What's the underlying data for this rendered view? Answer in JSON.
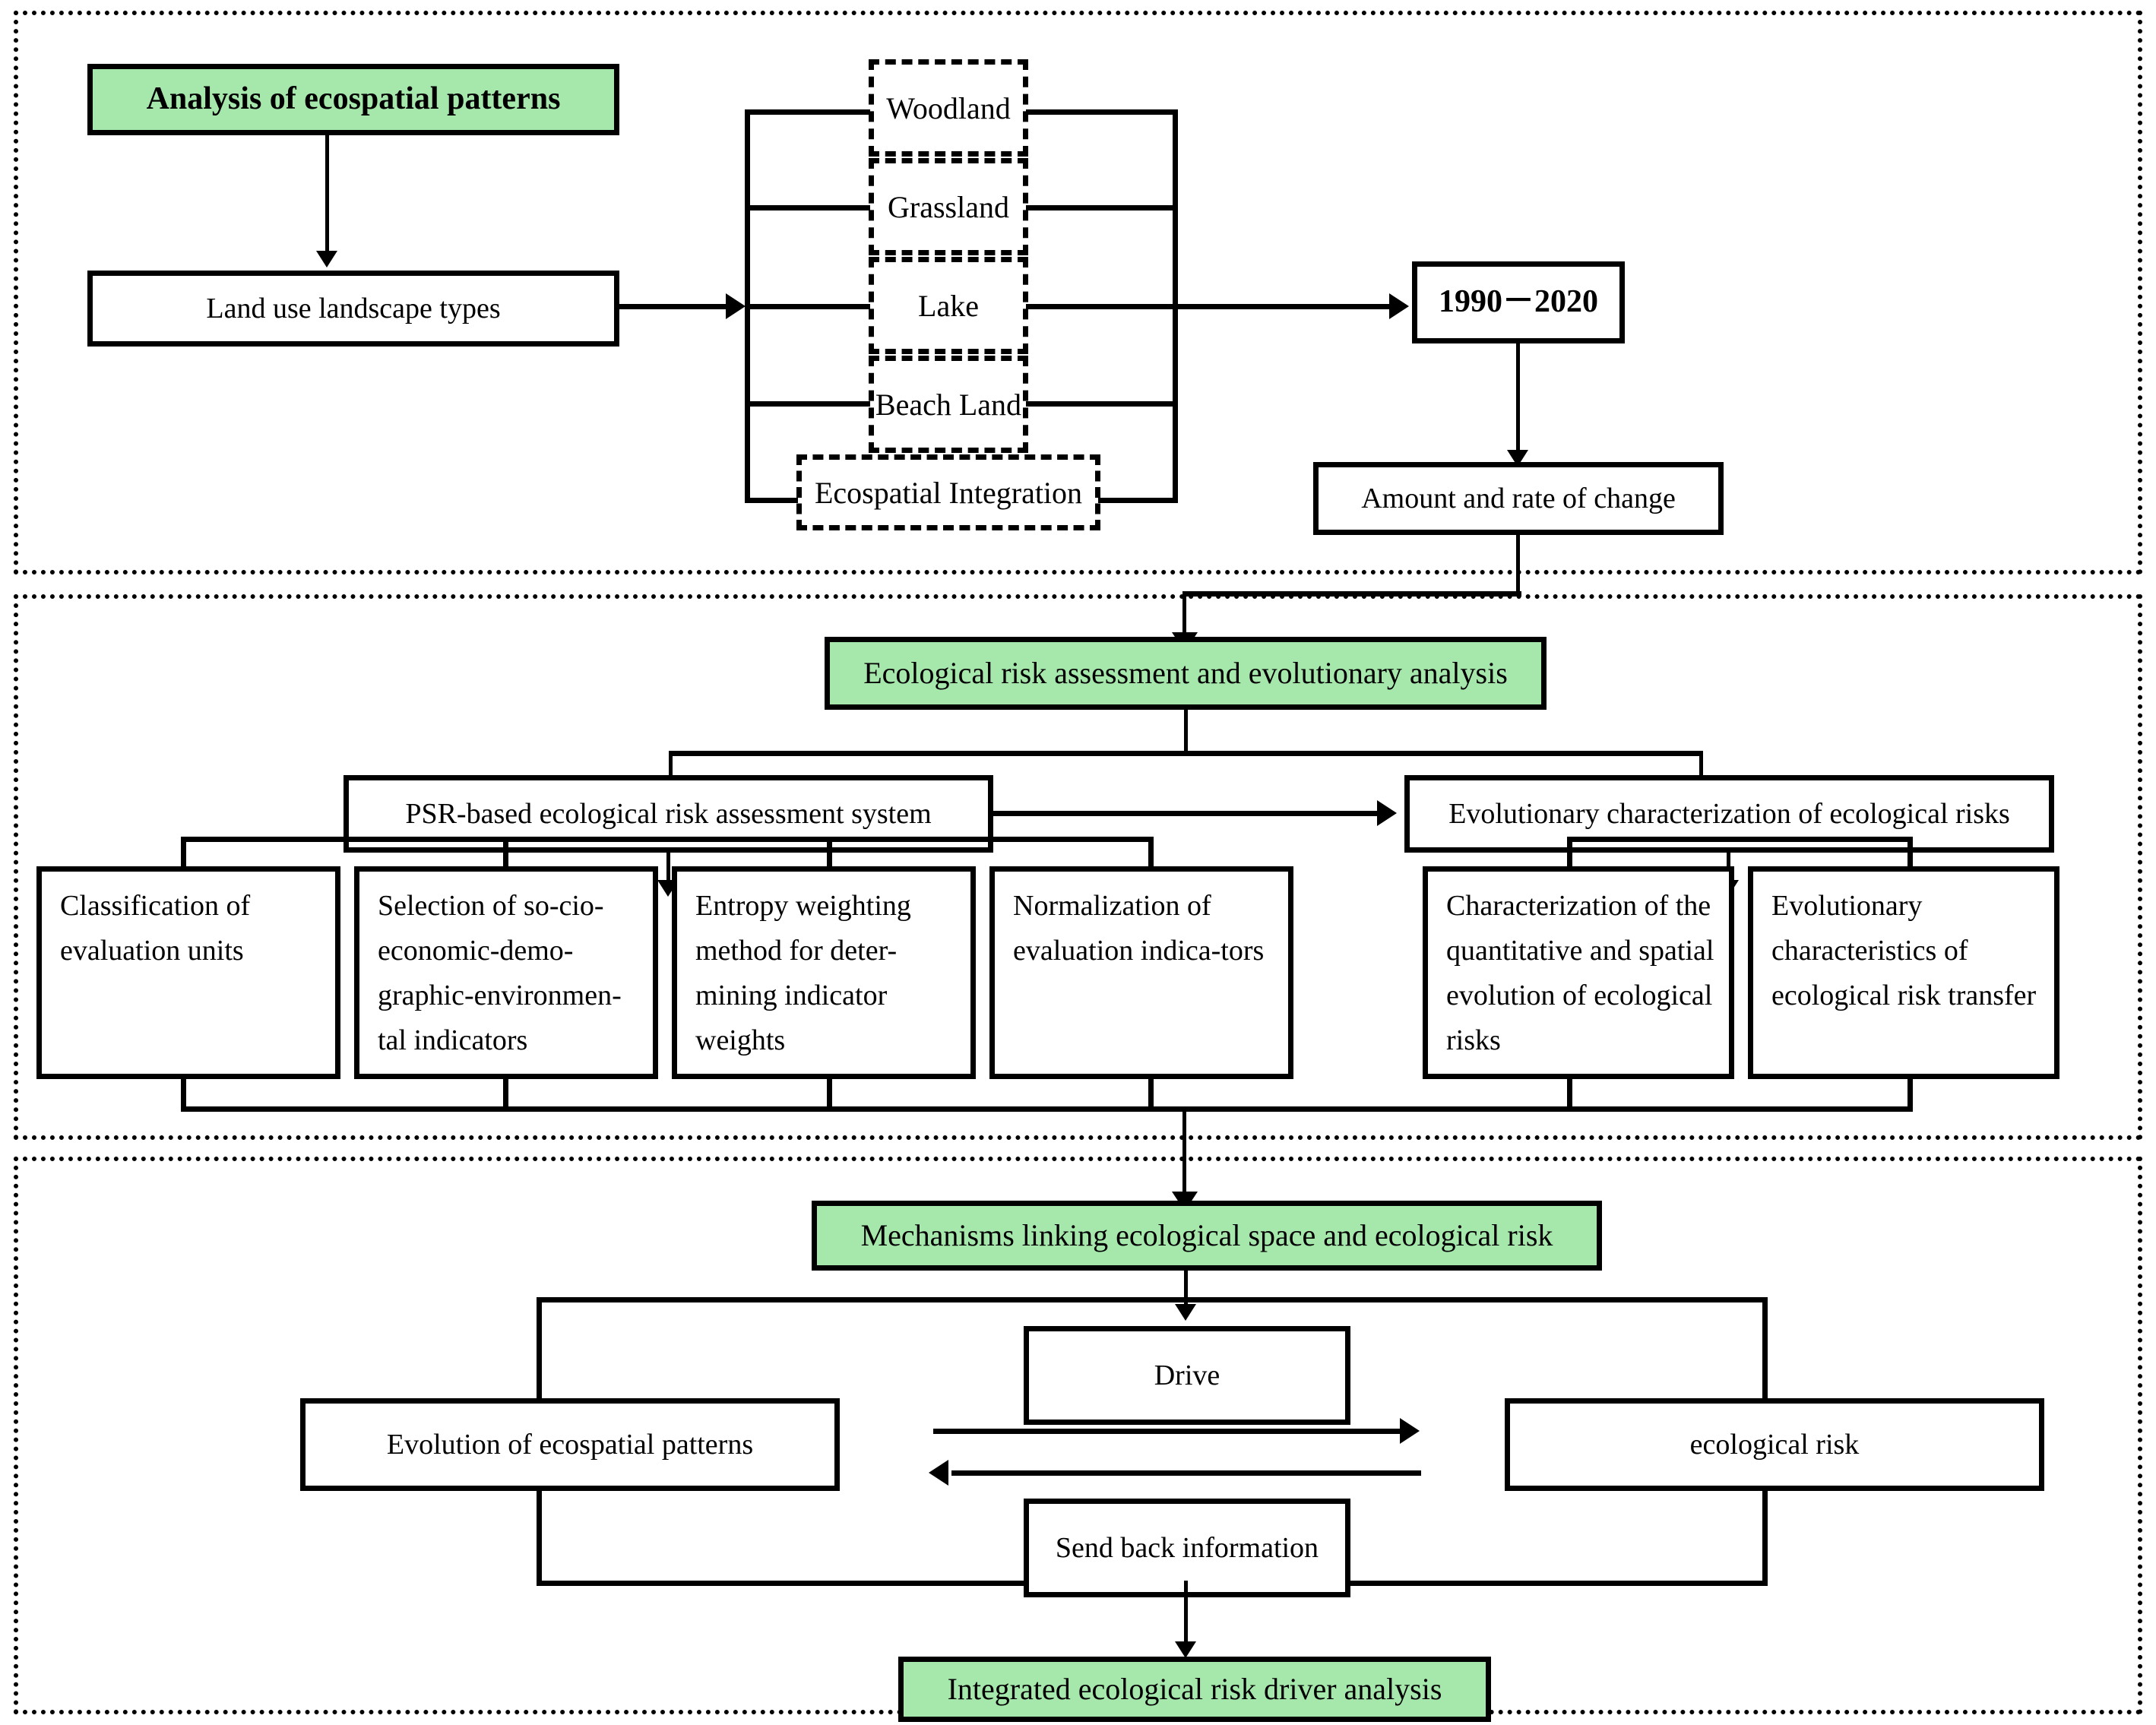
{
  "diagram": {
    "title": "Ecological risk research framework flowchart",
    "accent_green": "#a6e8ab",
    "line_color": "#000000"
  },
  "section1": {
    "header": "Analysis of ecospatial patterns",
    "land_use": "Land use landscape types",
    "categories": [
      "Woodland",
      "Grassland",
      "Lake",
      "Beach Land",
      "Ecospatial Integration"
    ],
    "period": "1990－2020",
    "change": "Amount and rate  of change"
  },
  "section2": {
    "header": "Ecological risk assessment and evolutionary analysis",
    "left_branch": "PSR-based ecological risk assessment system",
    "right_branch": "Evolutionary characterization of ecological risks",
    "left_items": [
      "Classification of evaluation units",
      "Selection of so-cio-economic-demo-graphic-environmen-tal indicators",
      "Entropy weighting method for deter-mining indicator weights",
      "Normalization of evaluation indica-tors"
    ],
    "right_items": [
      "Characterization of the quantitative and spatial evolution of ecological risks",
      "Evolutionary characteristics of ecological risk transfer"
    ]
  },
  "section3": {
    "header": "Mechanisms linking ecological space and ecological risk",
    "left_node": "Evolution of ecospatial patterns",
    "right_node": "ecological risk",
    "forward_label": "Drive",
    "back_label": "Send back information",
    "footer": "Integrated ecological risk driver analysis"
  }
}
